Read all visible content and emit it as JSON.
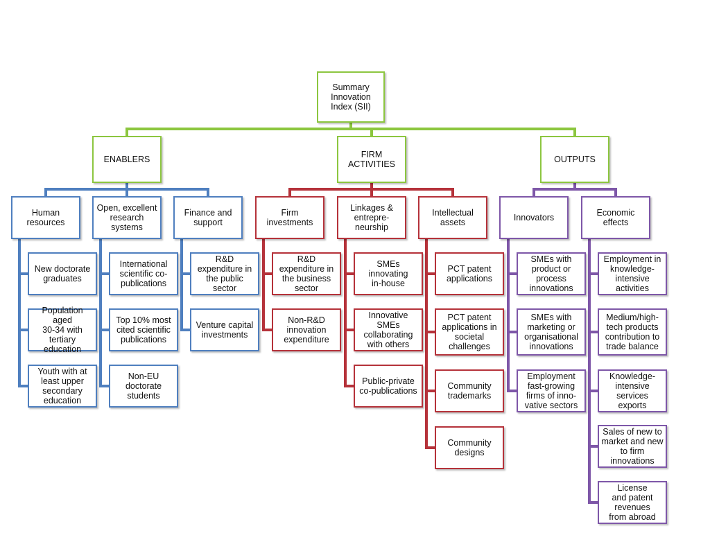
{
  "colors": {
    "top": "#8cc63f",
    "enablers": "#4f7fbf",
    "firm_activities": "#b5323a",
    "outputs": "#7e57a8"
  },
  "root": {
    "label": "Summary\nInnovation\nIndex (SII)"
  },
  "categories": [
    {
      "label": "ENABLERS",
      "groups": [
        {
          "label": "Human\nresources",
          "items": [
            "New doctorate\ngraduates",
            "Population aged\n30-34 with\ntertiary\neducation",
            "Youth with at\nleast upper\nsecondary\neducation"
          ]
        },
        {
          "label": "Open, excellent\nresearch\nsystems",
          "items": [
            "International\nscientific co-\npublications",
            "Top 10% most\ncited scientific\npublications",
            "Non-EU\ndoctorate\nstudents"
          ]
        },
        {
          "label": "Finance and\nsupport",
          "items": [
            "R&D\nexpenditure in\nthe public sector",
            "Venture capital\ninvestments"
          ]
        }
      ]
    },
    {
      "label": "FIRM\nACTIVITIES",
      "groups": [
        {
          "label": "Firm\ninvestments",
          "items": [
            "R&D\nexpenditure in\nthe business\nsector",
            "Non-R&D\ninnovation\nexpenditure"
          ]
        },
        {
          "label": "Linkages &\nentrepre-\nneurship",
          "items": [
            "SMEs\ninnovating\nin-house",
            "Innovative\nSMEs\ncollaborating\nwith others",
            "Public-private\nco-publications"
          ]
        },
        {
          "label": "Intellectual\nassets",
          "items": [
            "PCT patent\napplications",
            "PCT patent\napplications in\nsocietal\nchallenges",
            "Community\ntrademarks",
            "Community\ndesigns"
          ]
        }
      ]
    },
    {
      "label": "OUTPUTS",
      "groups": [
        {
          "label": "Innovators",
          "items": [
            "SMEs with\nproduct or\nprocess\ninnovations",
            "SMEs with\nmarketing or\norganisational\ninnovations",
            "Employment\nfast-growing\nfirms of inno-\nvative sectors"
          ]
        },
        {
          "label": "Economic\neffects",
          "items": [
            "Employment in\nknowledge-\nintensive\nactivities",
            "Medium/high-\ntech products\ncontribution to\ntrade balance",
            "Knowledge-\nintensive\nservices exports",
            "Sales of new to\nmarket and new\nto firm\ninnovations",
            "License\nand patent\nrevenues\nfrom abroad"
          ]
        }
      ]
    }
  ]
}
